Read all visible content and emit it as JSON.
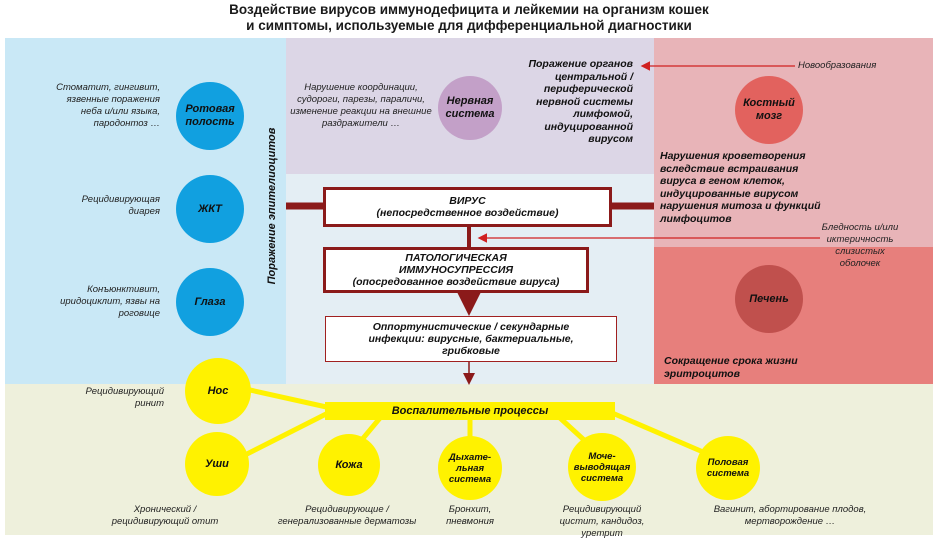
{
  "title": {
    "line1": "Воздействие вирусов иммунодефицита и лейкемии на организм кошек",
    "line2": "и симптомы, используемые для дифференциальной диагностики"
  },
  "left_column": {
    "vertical_label": "Поражение эпителиоцитов",
    "items": [
      {
        "circle": "Ротовая полость",
        "note": "Стоматит, гингивит, язвенные поражения неба и/или языка, пародонтоз …"
      },
      {
        "circle": "ЖКТ",
        "note": "Рецидивирующая диарея"
      },
      {
        "circle": "Глаза",
        "note": "Конъюнктивит, иридоциклит, язвы на роговице"
      }
    ]
  },
  "nervous": {
    "circle": "Нервная система",
    "note": "Нарушение координации, судороги, парезы, параличи, изменение реакции на внешние раздражители …",
    "cns_text": "Поражение органов центральной / периферической нервной системы лимфомой, индуцированной вирусом"
  },
  "bone_marrow": {
    "circle": "Костный мозг",
    "neoplasm": "Новообразования",
    "hematopoiesis": "Нарушения кроветворения вследствие встраивания вируса в геном клеток, индуцированные вирусом нарушения митоза и функций лимфоцитов"
  },
  "liver": {
    "circle": "Печень",
    "note": "Бледность и/или иктеричность слизистых оболочек",
    "erythro": "Сокращение срока жизни эритроцитов"
  },
  "center": {
    "virus_line1": "ВИРУС",
    "virus_line2": "(непосредственное воздействие)",
    "immuno_line1": "ПАТОЛОГИЧЕСКАЯ",
    "immuno_line2": "ИММУНОСУПРЕССИЯ",
    "immuno_line3": "(опосредованное воздействие вируса)",
    "opportun_line1": "Оппортунистические / секундарные",
    "opportun_line2": "инфекции: вирусные, бактериальные,",
    "opportun_line3": "грибковые"
  },
  "inflammation": {
    "label": "Воспалительные процессы",
    "nose": {
      "circle": "Нос",
      "note": "Рецидивирующий ринит"
    },
    "ears": {
      "circle": "Уши",
      "note": "Хронический / рецидивирующий отит"
    },
    "skin": {
      "circle": "Кожа",
      "note": "Рецидивирующие / генерализованные дерматозы"
    },
    "resp": {
      "circle_1": "Дыхате-",
      "circle_2": "льная",
      "circle_3": "система",
      "note": "Бронхит, пневмония"
    },
    "urinary": {
      "circle_1": "Моче-",
      "circle_2": "выводящая",
      "circle_3": "система",
      "note": "Рецидивирующий цистит, кандидоз, уретрит"
    },
    "repro": {
      "circle_1": "Половая",
      "circle_2": "система",
      "note": "Вагинит, абортирование плодов, мертворождение …"
    }
  },
  "colors": {
    "left_bg": "#c9e8f6",
    "nervous_bg": "#dcd6e6",
    "bone_bg": "#e8b4b8",
    "liver_bg": "#e77f7c",
    "bottom_bg": "#eef0dc",
    "center_bg": "#e4eef4",
    "blue_circle": "#11a0e0",
    "purple_circle": "#c3a0c8",
    "red_circle": "#e2625e",
    "liver_circle": "#c0504d",
    "yellow": "#fff200",
    "dark_red": "#8b1a1a",
    "arrow_red": "#d02020"
  }
}
